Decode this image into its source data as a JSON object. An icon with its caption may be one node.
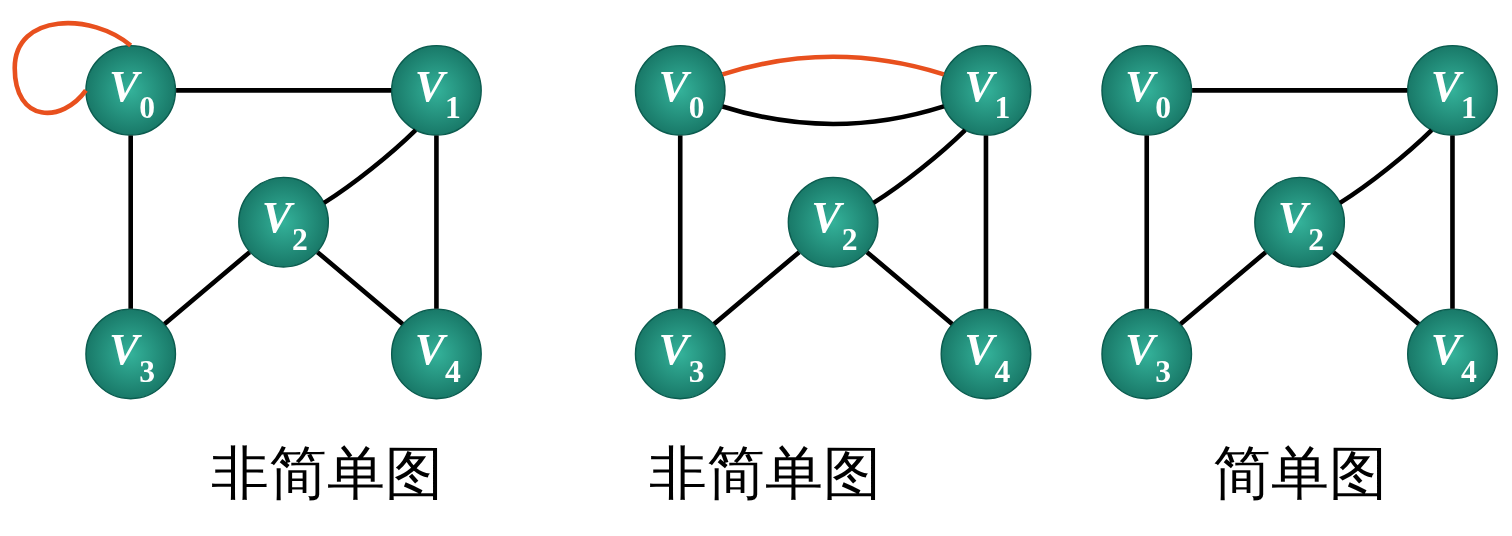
{
  "diagram": {
    "nodes": [
      {
        "text": [
          "V$_{0}$"
        ]
      },
      {
        "text": [
          "V$_{1}$"
        ]
      },
      {
        "text": [
          "V$_{2}$"
        ]
      },
      {
        "text": [
          "V$_{3}$"
        ]
      },
      {
        "text": [
          "V$_{4}$"
        ]
      },
      {
        "text": [
          "V$_{0}$"
        ]
      },
      {
        "text": [
          "V$_{1}$"
        ]
      },
      {
        "text": [
          "V$_{2}$"
        ]
      },
      {
        "text": [
          "V$_{3}$"
        ]
      },
      {
        "text": [
          "V$_{4}$"
        ]
      },
      {
        "text": [
          "V$_{0}$"
        ]
      },
      {
        "text": [
          "V$_{1}$"
        ]
      },
      {
        "text": [
          "V$_{2}$"
        ]
      },
      {
        "text": [
          "V$_{3}$"
        ]
      },
      {
        "text": [
          "V$_{4}$"
        ]
      }
    ],
    "edges": [
      {
        "from": 0,
        "to": 0,
        "arrow": "none",
        "color": "#e8501e"
      },
      {
        "from": 0,
        "to": 1,
        "arrow": "none"
      },
      {
        "from": 0,
        "to": 3,
        "arrow": "none"
      },
      {
        "from": 1,
        "to": 2,
        "arrow": "none"
      },
      {
        "from": 1,
        "to": 4,
        "arrow": "none"
      },
      {
        "from": 2,
        "to": 3,
        "arrow": "none"
      },
      {
        "from": 2,
        "to": 4,
        "arrow": "none"
      },
      {
        "from": 5,
        "to": 6,
        "arrow": "none"
      },
      {
        "from": 5,
        "to": 6,
        "arrow": "none",
        "color": "#e8501e"
      },
      {
        "from": 5,
        "to": 8,
        "arrow": "none"
      },
      {
        "from": 6,
        "to": 7,
        "arrow": "none"
      },
      {
        "from": 6,
        "to": 9,
        "arrow": "none"
      },
      {
        "from": 7,
        "to": 8,
        "arrow": "none"
      },
      {
        "from": 7,
        "to": 9,
        "arrow": "none"
      },
      {
        "from": 10,
        "to": 11,
        "arrow": "none"
      },
      {
        "from": 10,
        "to": 13,
        "arrow": "none"
      },
      {
        "from": 11,
        "to": 12,
        "arrow": "none"
      },
      {
        "from": 11,
        "to": 14,
        "arrow": "none"
      },
      {
        "from": 12,
        "to": 13,
        "arrow": "none"
      },
      {
        "from": 12,
        "to": 14,
        "arrow": "none"
      }
    ],
    "labels": [
      "非简单图",
      "非简单图",
      "简单图"
    ]
  }
}
